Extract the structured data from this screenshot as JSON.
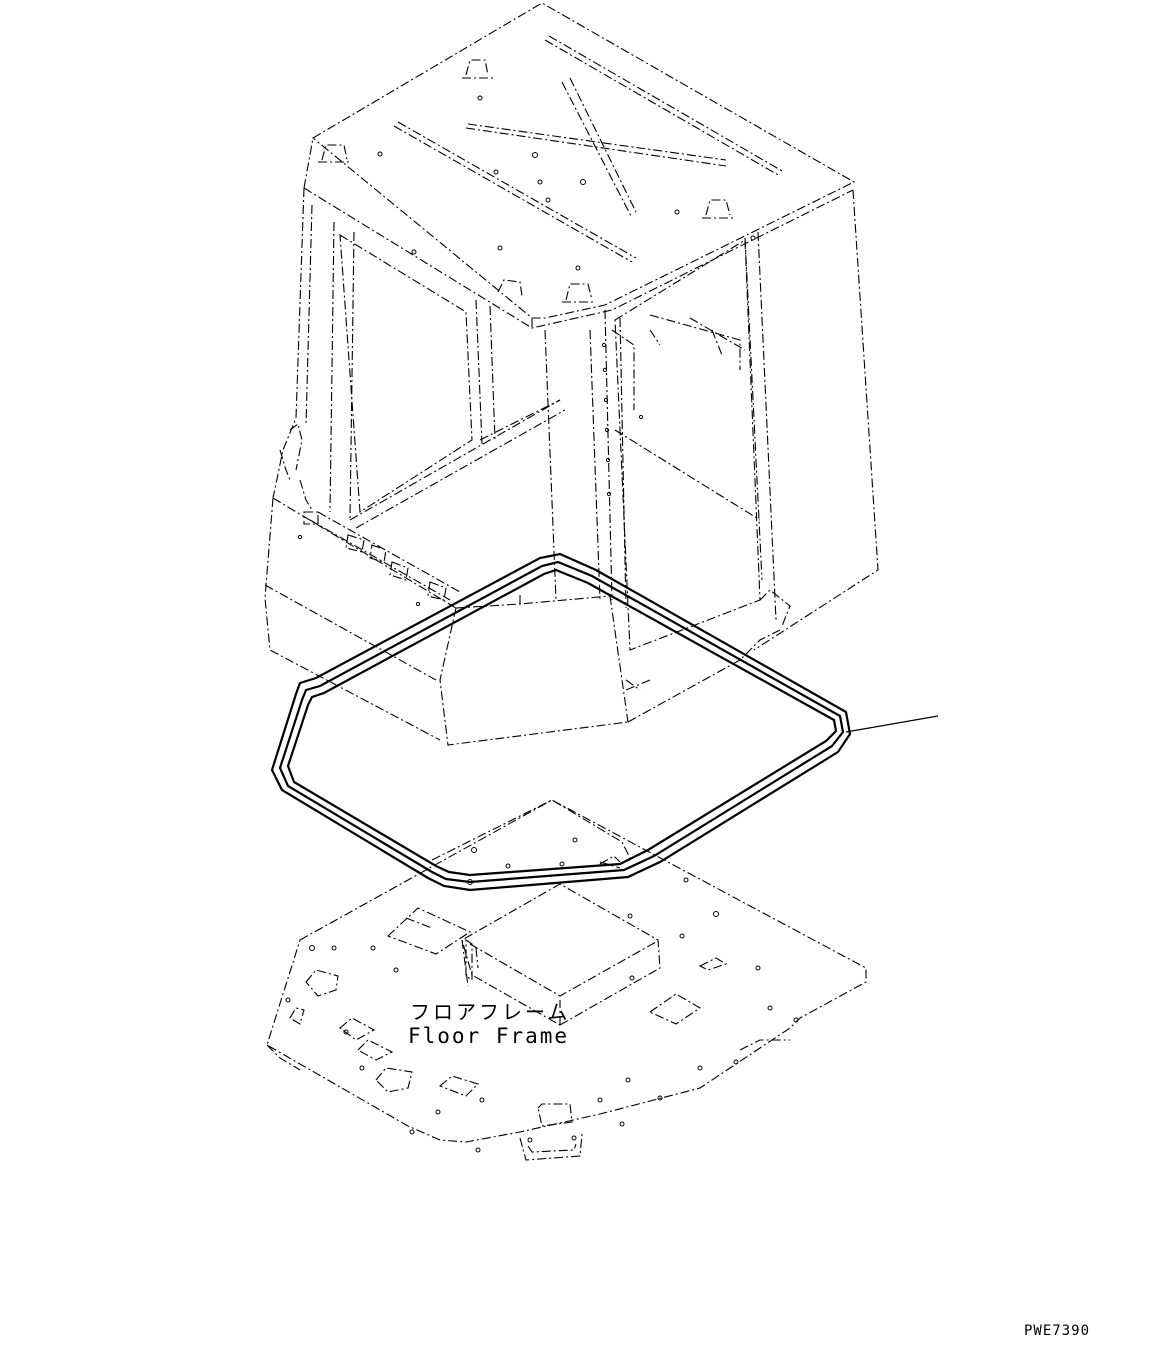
{
  "labels": {
    "floor_frame_jp": "フロアフレーム",
    "floor_frame_en": "Floor Frame"
  },
  "drawing_number": "PWE7390",
  "colors": {
    "line": "#000000",
    "background": "#ffffff"
  }
}
